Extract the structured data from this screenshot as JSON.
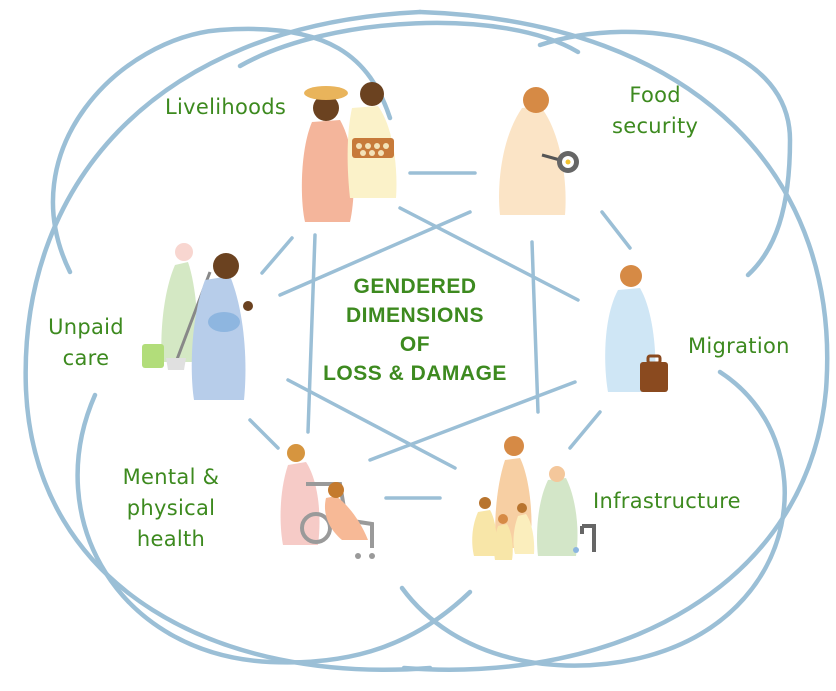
{
  "diagram": {
    "title_lines": [
      "GENDERED",
      "DIMENSIONS",
      "OF",
      "LOSS & DAMAGE"
    ],
    "nodes": [
      {
        "key": "livelihoods",
        "lines": [
          "Livelihoods"
        ]
      },
      {
        "key": "food_security",
        "lines": [
          "Food",
          "security"
        ]
      },
      {
        "key": "migration",
        "lines": [
          "Migration"
        ]
      },
      {
        "key": "infrastructure",
        "lines": [
          "Infrastructure"
        ]
      },
      {
        "key": "health",
        "lines": [
          "Mental &",
          "physical",
          "health"
        ]
      },
      {
        "key": "unpaid_care",
        "lines": [
          "Unpaid",
          "care"
        ]
      }
    ]
  },
  "colors": {
    "label_green": "#3d8a1f",
    "line_blue": "#9bbfd6",
    "figure_peach": "#f4b59b",
    "figure_cream": "#fbe4c6",
    "figure_skyblue": "#cfe6f5",
    "figure_pink": "#f6cbc7",
    "figure_sage": "#d3e6c8",
    "figure_lightblue": "#b7cdea",
    "head_brown": "#6b4220",
    "head_orange": "#d68a45"
  }
}
